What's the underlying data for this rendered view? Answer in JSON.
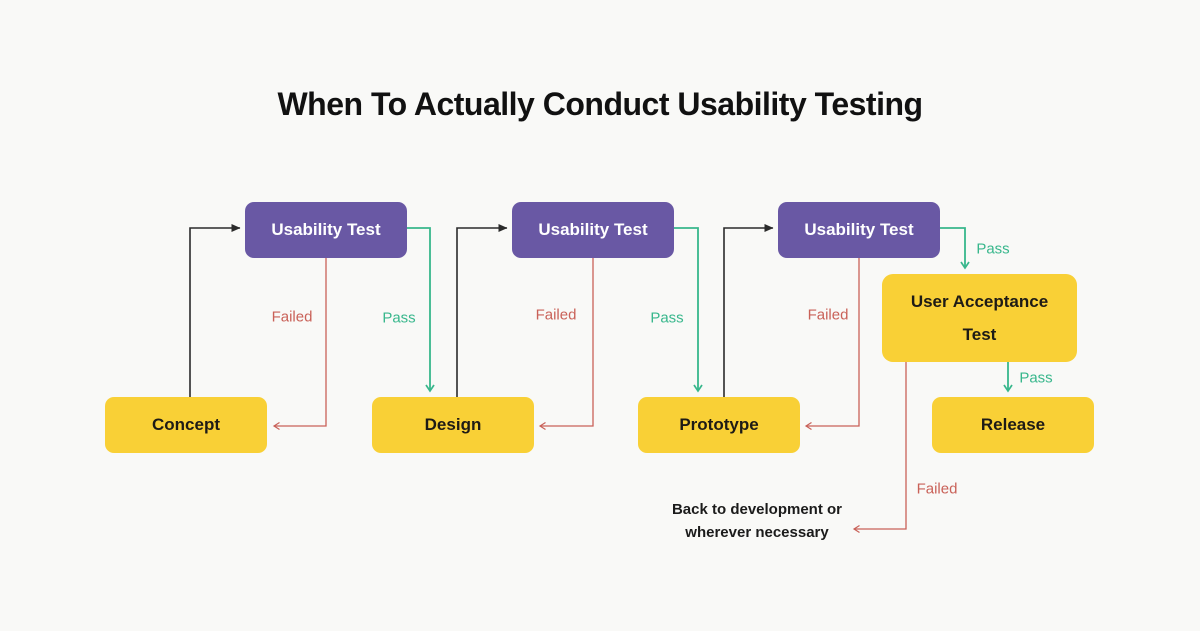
{
  "title": "When To Actually Conduct Usability Testing",
  "colors": {
    "background": "#F9F9F7",
    "purple": "#6958A4",
    "purple_text": "#FFFFFF",
    "yellow": "#F9D036",
    "yellow_text": "#1E1B16",
    "green": "#38B78C",
    "red": "#C96158",
    "line_black": "#2B2B2B",
    "title_text": "#111111",
    "note_text": "#1B1B1B"
  },
  "nodes": {
    "usability_test_1": {
      "label": "Usability Test"
    },
    "usability_test_2": {
      "label": "Usability Test"
    },
    "usability_test_3": {
      "label": "Usability Test"
    },
    "concept": {
      "label": "Concept"
    },
    "design": {
      "label": "Design"
    },
    "prototype": {
      "label": "Prototype"
    },
    "user_acceptance_test": {
      "label": "User Acceptance Test"
    },
    "release": {
      "label": "Release"
    }
  },
  "edge_labels": {
    "failed_1": "Failed",
    "pass_1": "Pass",
    "failed_2": "Failed",
    "pass_2": "Pass",
    "failed_3": "Failed",
    "pass_3": "Pass",
    "pass_uat": "Pass",
    "failed_uat": "Failed"
  },
  "note": {
    "line1": "Back to development or",
    "line2": "wherever necessary"
  }
}
